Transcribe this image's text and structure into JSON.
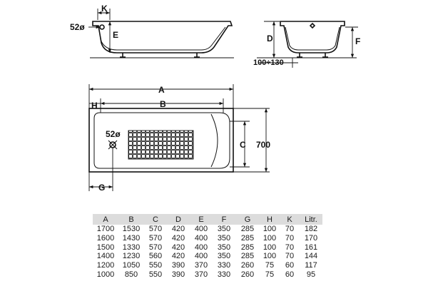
{
  "labels": {
    "K": "K",
    "E": "E",
    "D": "D",
    "F": "F",
    "A": "A",
    "B": "B",
    "C": "C",
    "H": "H",
    "G": "G",
    "overflow_side": "52ø",
    "overflow_top": "52ø",
    "width_700": "700",
    "feet_range": "100÷130"
  },
  "table": {
    "headers": [
      "A",
      "B",
      "C",
      "D",
      "E",
      "F",
      "G",
      "H",
      "K",
      "Litr."
    ],
    "rows": [
      [
        "1700",
        "1530",
        "570",
        "420",
        "400",
        "350",
        "285",
        "100",
        "70",
        "182"
      ],
      [
        "1600",
        "1430",
        "570",
        "420",
        "400",
        "350",
        "285",
        "100",
        "70",
        "170"
      ],
      [
        "1500",
        "1330",
        "570",
        "420",
        "400",
        "350",
        "285",
        "100",
        "70",
        "161"
      ],
      [
        "1400",
        "1230",
        "560",
        "420",
        "400",
        "350",
        "285",
        "100",
        "70",
        "144"
      ],
      [
        "1200",
        "1050",
        "550",
        "390",
        "370",
        "330",
        "260",
        "75",
        "60",
        "117"
      ],
      [
        "1000",
        "850",
        "550",
        "390",
        "370",
        "330",
        "260",
        "75",
        "60",
        "95"
      ]
    ]
  },
  "colors": {
    "line": "#111111",
    "header_bg": "#dcdcdc",
    "background": "#ffffff"
  }
}
